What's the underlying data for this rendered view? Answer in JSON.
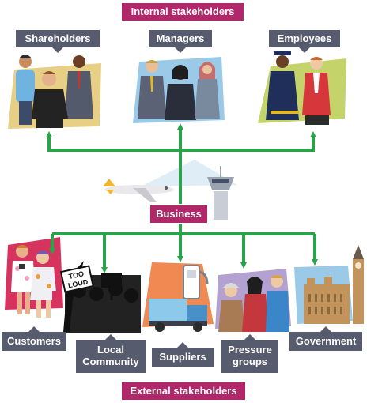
{
  "labels": {
    "internal": "Internal stakeholders",
    "external": "External stakeholders",
    "business": "Business",
    "shareholders": "Shareholders",
    "managers": "Managers",
    "employees": "Employees",
    "customers": "Customers",
    "local_community": "Local\nCommunity",
    "suppliers": "Suppliers",
    "pressure_groups": "Pressure\ngroups",
    "government": "Government",
    "placard": "TOO\nLOUD"
  },
  "colors": {
    "arrow": "#2aa34a",
    "heading": "#b0286a",
    "label": "#565b6e"
  },
  "icons": [
    "airplane-icon",
    "control-tower-icon"
  ]
}
